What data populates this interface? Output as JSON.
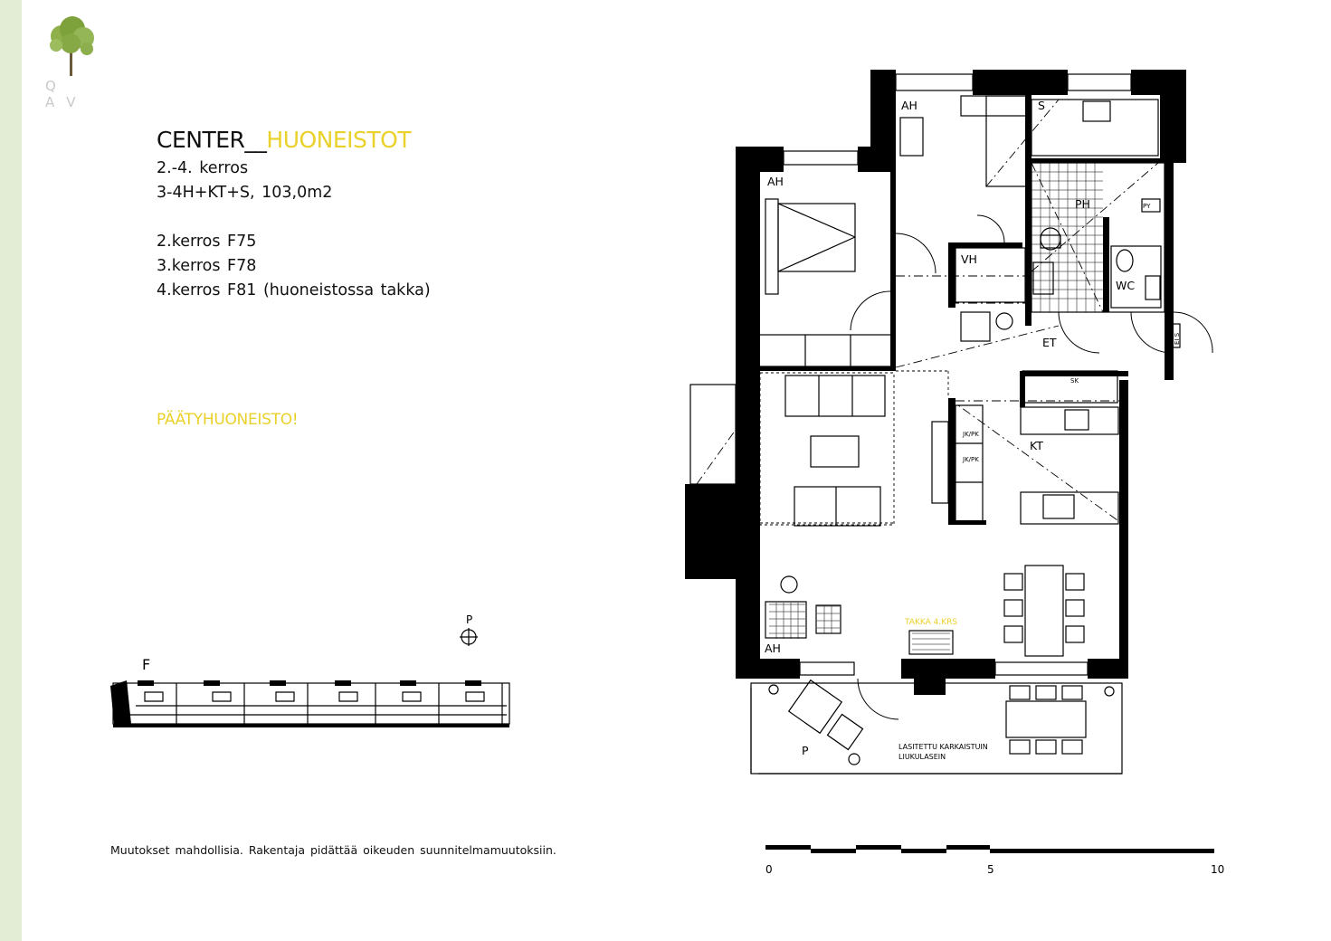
{
  "brand": {
    "logo_text": "Q AV"
  },
  "header": {
    "title_prefix": "CENTER__",
    "title_accent": "HUONEISTOT",
    "floors": "2.-4.  kerros",
    "type": "3-4H+KT+S,  103,0m2"
  },
  "floor_codes": [
    "2.kerros  F75",
    "3.kerros  F78",
    "4.kerros  F81  (huoneistossa  takka)"
  ],
  "tag": "PÄÄTYHUONEISTO!",
  "plan": {
    "rooms": {
      "ah_top": "AH",
      "ah_left": "AH",
      "s": "S",
      "ph": "PH",
      "vh": "VH",
      "wc": "WC",
      "et": "ET",
      "kt": "KT",
      "ah_bottom": "AH",
      "p": "P",
      "py": "PY",
      "sk": "SK",
      "jkpk_1": "JK/PK",
      "jkpk_2": "JK/PK",
      "ei_s": "EI S"
    },
    "fireplace": "TAKKA 4.KRS",
    "balcony_note_1": "LASITETTU KARKAISTUIN",
    "balcony_note_2": "LIUKULASEIN"
  },
  "site_plan": {
    "block_label": "F",
    "north_label": "P"
  },
  "scale": {
    "tick_labels": [
      "0",
      "5",
      "10"
    ]
  },
  "footnote": "Muutokset  mahdollisia.  Rakentaja  pidättää  oikeuden  suunnitelmamuutoksiin.",
  "colors": {
    "accent": "#ead12a",
    "strip": "#e3edd5",
    "wall": "#000000"
  }
}
